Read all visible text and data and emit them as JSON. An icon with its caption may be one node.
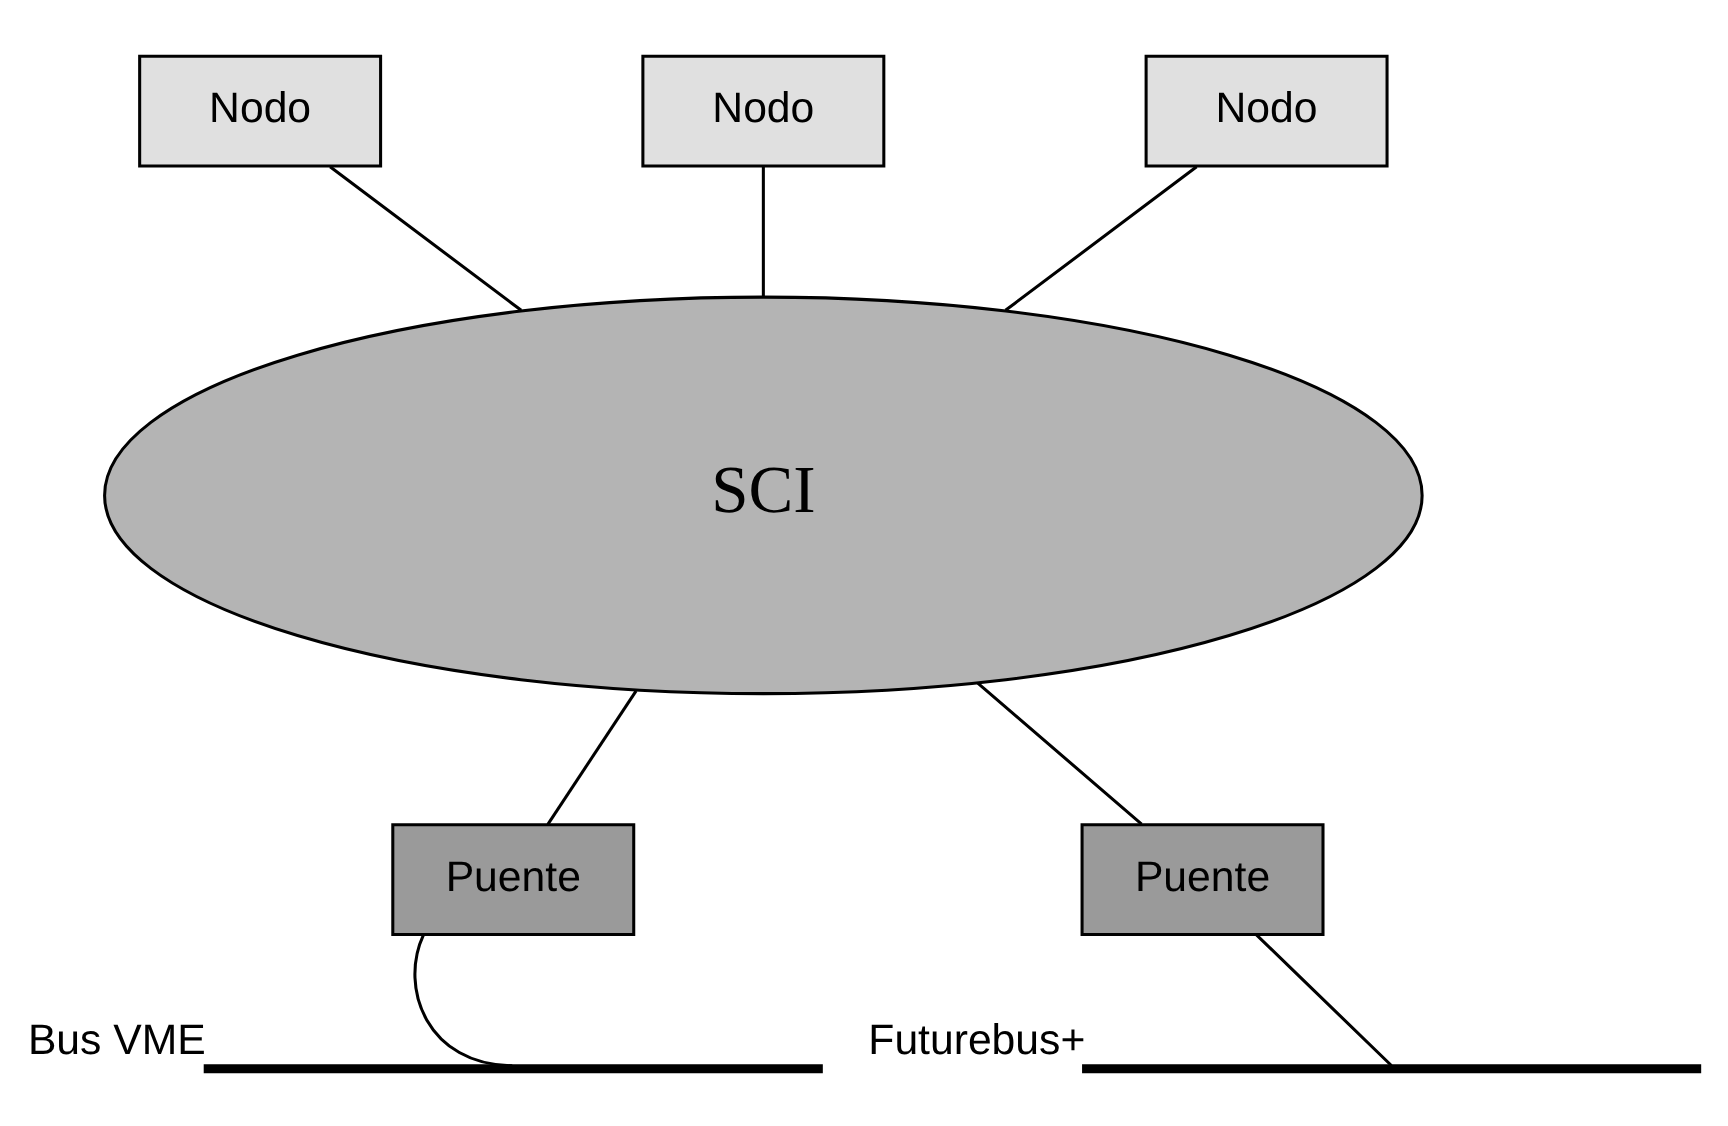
{
  "diagram": {
    "nodes": [
      {
        "text": [
          "Nodo"
        ]
      },
      {
        "text": [
          "Nodo"
        ]
      },
      {
        "text": [
          "Nodo"
        ]
      },
      {
        "text": [
          "SCI"
        ]
      },
      {
        "text": [
          "Puente"
        ]
      },
      {
        "text": [
          "Puente"
        ]
      },
      {
        "text": [],
        "shape": "bar",
        "beside": [
          "Bus VME"
        ]
      },
      {
        "text": [],
        "shape": "bar",
        "beside": [
          "Futurebus+"
        ]
      }
    ],
    "edges": [
      {
        "from": 0,
        "to": 3,
        "arrow": "none"
      },
      {
        "from": 1,
        "to": 3,
        "arrow": "none"
      },
      {
        "from": 2,
        "to": 3,
        "arrow": "none"
      },
      {
        "from": 3,
        "to": 4,
        "arrow": "none"
      },
      {
        "from": 3,
        "to": 5,
        "arrow": "none"
      },
      {
        "from": 4,
        "to": 6,
        "arrow": "none"
      },
      {
        "from": 5,
        "to": 7,
        "arrow": "none"
      }
    ]
  }
}
